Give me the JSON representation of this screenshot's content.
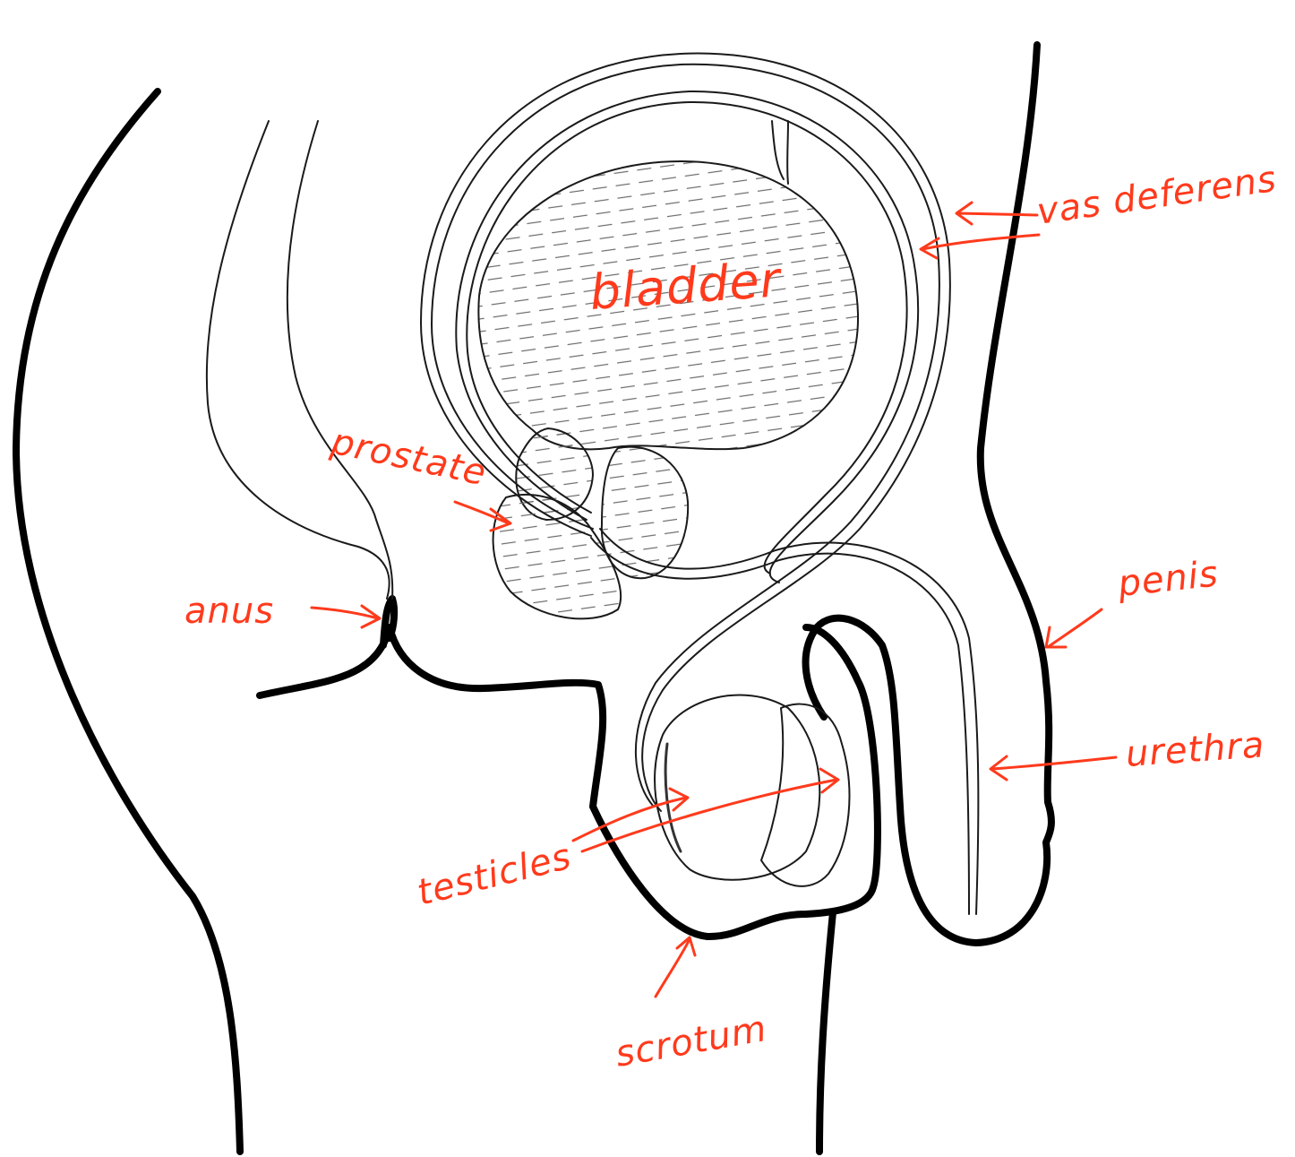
{
  "colors": {
    "outline": "#000000",
    "fine_line": "#1a1a1a",
    "label": "#ff3a1c",
    "hatch": "#555555"
  },
  "labels": {
    "bladder": "bladder",
    "vas_deferens": "vas deferens",
    "prostate": "prostate",
    "anus": "anus",
    "penis": "penis",
    "urethra": "urethra",
    "testicles": "testicles",
    "scrotum": "scrotum"
  }
}
